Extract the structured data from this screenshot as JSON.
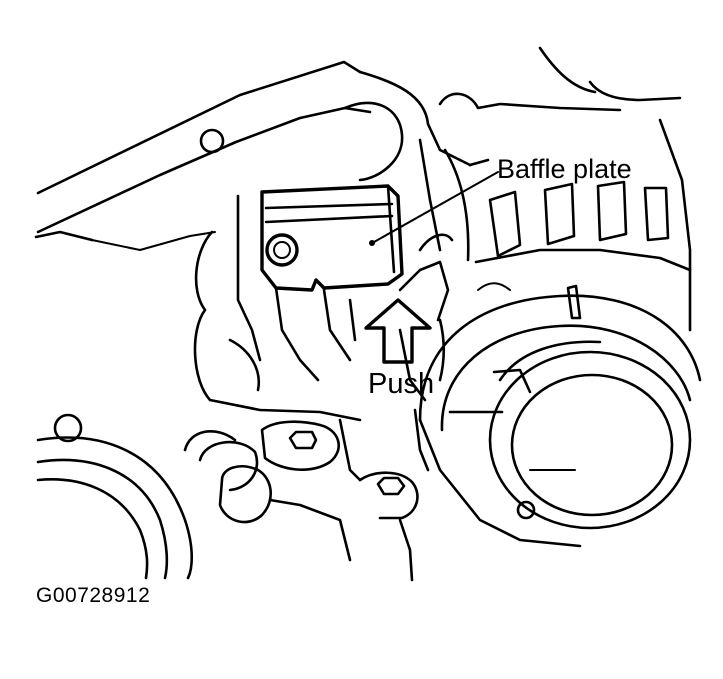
{
  "labels": {
    "baffle_plate": "Baffle plate",
    "push": "Push"
  },
  "figure_id": "G00728912",
  "colors": {
    "line": "#000000",
    "background": "#ffffff"
  }
}
